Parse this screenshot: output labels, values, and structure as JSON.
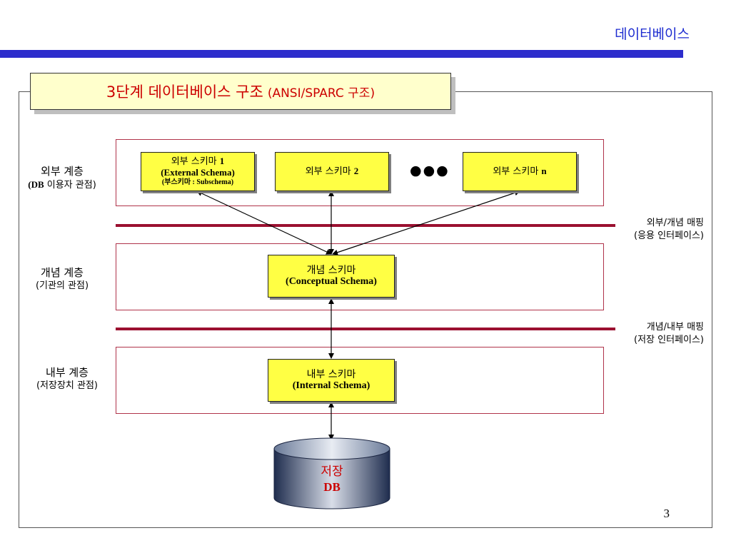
{
  "header": {
    "title": "데이터베이스"
  },
  "slide_title": {
    "main": "3단계 데이터베이스 구조",
    "sub": "(ANSI/SPARC 구조)"
  },
  "layers": {
    "external": {
      "name": "외부 계층",
      "view_prefix": "(DB",
      "view_suffix": " 이용자 관점)"
    },
    "conceptual": {
      "name": "개념 계층",
      "view": "(기관의 관점)"
    },
    "internal": {
      "name": "내부 계층",
      "view": "(저장장치 관점)"
    }
  },
  "schemas": {
    "external_1": {
      "line1_ko": "외부 스키마 ",
      "line1_num": "1",
      "line2": "(External Schema)",
      "line3": "(부스키마 : Subschema)"
    },
    "external_2": {
      "label_ko": "외부 스키마 ",
      "label_num": "2"
    },
    "ellipsis": "●●●",
    "external_n": {
      "label_ko": "외부 스키마 ",
      "label_num": "n"
    },
    "conceptual": {
      "line1": "개념 스키마",
      "line2": "(Conceptual Schema)"
    },
    "internal": {
      "line1": "내부 스키마",
      "line2": "(Internal Schema)"
    }
  },
  "mappings": {
    "external_conceptual": {
      "line1": "외부/개념 매핑",
      "line2": "(응용 인터페이스)"
    },
    "conceptual_internal": {
      "line1": "개념/내부 매핑",
      "line2": "(저장 인터페이스)"
    }
  },
  "database": {
    "line1": "저장",
    "line2": "DB"
  },
  "page_number": "3",
  "colors": {
    "header_blue": "#2d2dcc",
    "title_red": "#cc0000",
    "schema_fill": "#ffff44",
    "layer_border": "#b0334a",
    "mapping_line": "#9b1030",
    "db_fill": "#4a5a7a"
  }
}
